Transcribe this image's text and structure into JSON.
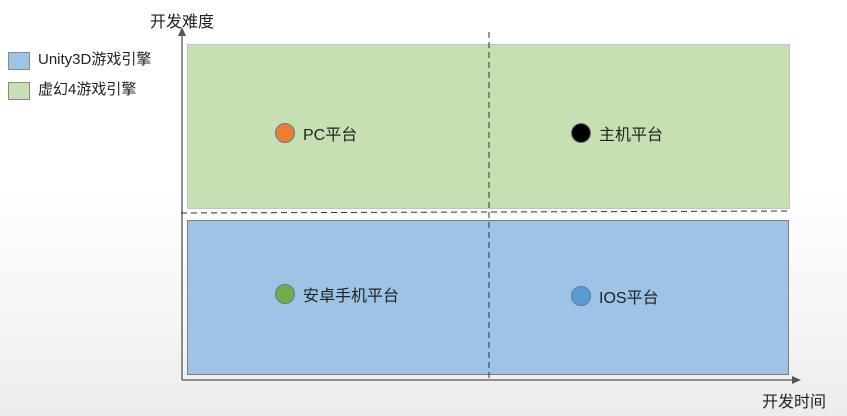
{
  "axes": {
    "y_title": "开发难度",
    "x_title": "开发时间"
  },
  "legend": [
    {
      "label": "Unity3D游戏引擎",
      "color": "#9dc3e6"
    },
    {
      "label": "虚幻4游戏引擎",
      "color": "#c6e0b4"
    }
  ],
  "regions": {
    "top_color": "#c6e0b4",
    "bottom_color": "#9dc3e6"
  },
  "platforms": [
    {
      "label": "PC平台",
      "color": "#ed7d31"
    },
    {
      "label": "主机平台",
      "color": "#000000"
    },
    {
      "label": "安卓手机平台",
      "color": "#70ad47"
    },
    {
      "label": "IOS平台",
      "color": "#5b9bd5"
    }
  ]
}
